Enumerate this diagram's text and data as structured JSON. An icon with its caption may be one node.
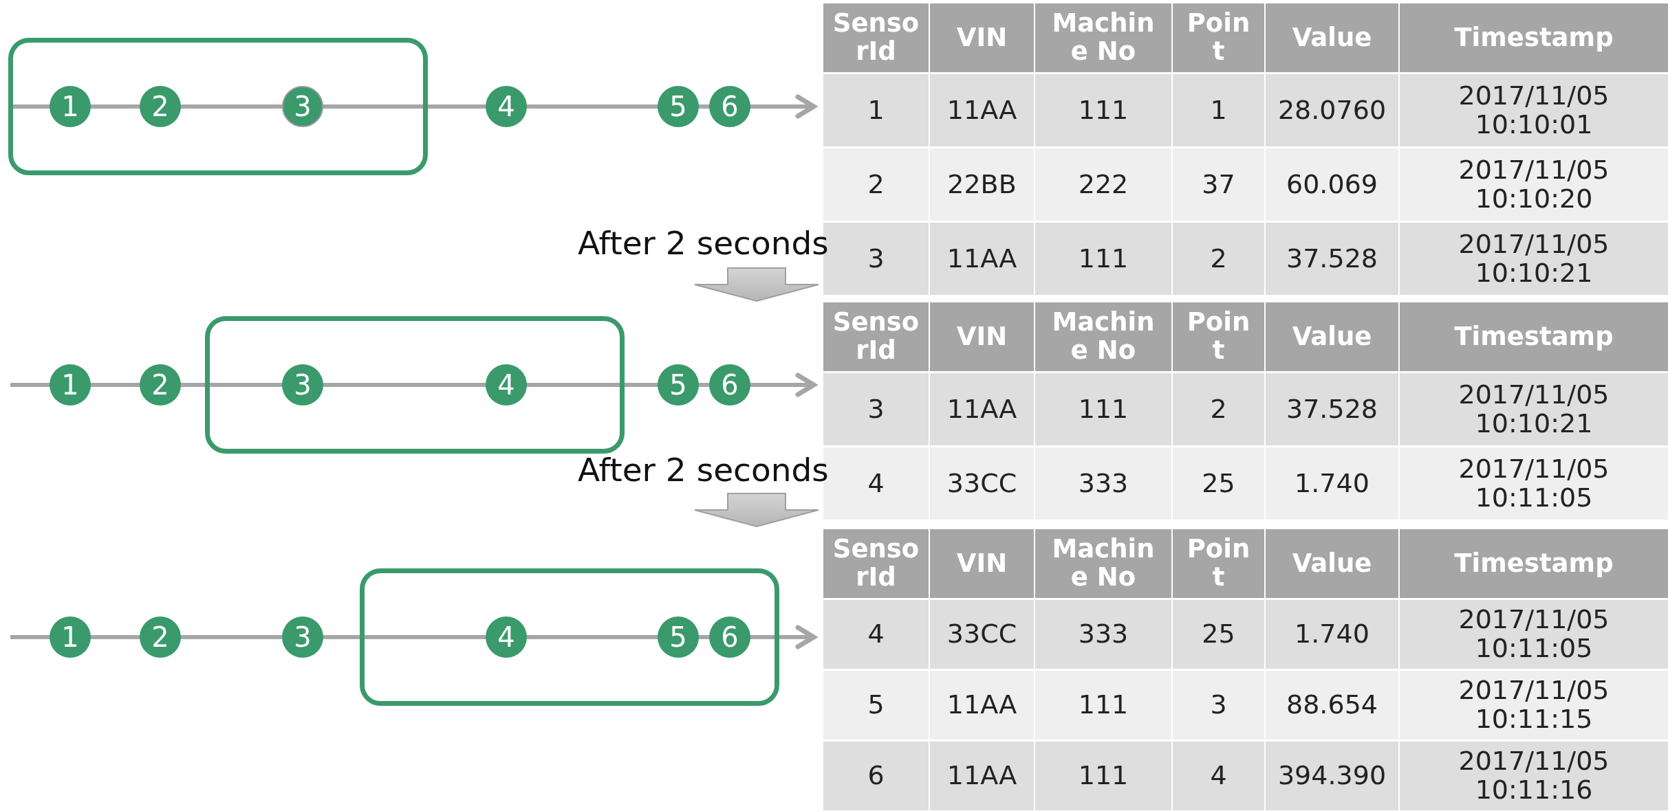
{
  "diagram": {
    "nodes": [
      {
        "text": [],
        "shape": "box"
      },
      {
        "text": [
          "1"
        ],
        "in": 0
      },
      {
        "text": [
          "2"
        ],
        "in": 0
      },
      {
        "text": [
          "3"
        ],
        "in": 0
      },
      {
        "text": [
          "4"
        ]
      },
      {
        "text": [
          "5"
        ]
      },
      {
        "text": [
          "6"
        ]
      },
      {
        "text": [],
        "shape": "box"
      },
      {
        "text": [
          "1"
        ]
      },
      {
        "text": [
          "2"
        ]
      },
      {
        "text": [
          "3"
        ],
        "in": 7
      },
      {
        "text": [
          "4"
        ],
        "in": 7
      },
      {
        "text": [
          "5"
        ]
      },
      {
        "text": [
          "6"
        ]
      },
      {
        "text": [],
        "shape": "box"
      },
      {
        "text": [
          "1"
        ]
      },
      {
        "text": [
          "2"
        ]
      },
      {
        "text": [
          "3"
        ]
      },
      {
        "text": [
          "4"
        ],
        "in": 14
      },
      {
        "text": [
          "5"
        ],
        "in": 14
      },
      {
        "text": [
          "6"
        ],
        "in": 14
      }
    ],
    "edges": [],
    "labels": [
      "SensorId",
      "VIN",
      "Machine No",
      "Point",
      "Value",
      "Timestamp",
      "1",
      "11AA",
      "111",
      "1",
      "28.0760",
      "2017/11/05 10:10:01",
      "2",
      "22BB",
      "222",
      "37",
      "60.069",
      "2017/11/05 10:10:20",
      "3",
      "11AA",
      "111",
      "2",
      "37.528",
      "2017/11/05 10:10:21",
      "After 2 seconds",
      "SensorId",
      "VIN",
      "Machine No",
      "Point",
      "Value",
      "Timestamp",
      "3",
      "11AA",
      "111",
      "2",
      "37.528",
      "2017/11/05 10:10:21",
      "4",
      "33CC",
      "333",
      "25",
      "1.740",
      "2017/11/05 10:11:05",
      "After 2 seconds",
      "SensorId",
      "VIN",
      "Machine No",
      "Point",
      "Value",
      "Timestamp",
      "4",
      "33CC",
      "333",
      "25",
      "1.740",
      "2017/11/05 10:11:05",
      "5",
      "11AA",
      "111",
      "3",
      "88.654",
      "2017/11/05 10:11:15",
      "6",
      "11AA",
      "111",
      "4",
      "394.390",
      "2017/11/05 10:11:16"
    ]
  }
}
